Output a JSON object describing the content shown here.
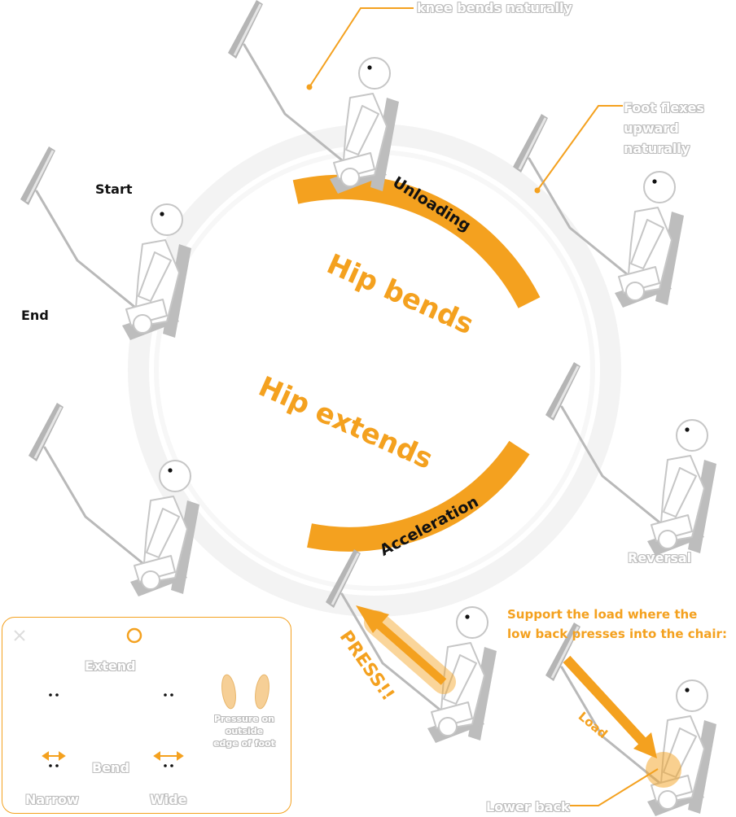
{
  "colors": {
    "accent": "#f4a11f",
    "figure_fill": "#ffffff",
    "figure_stroke": "#b9b9b9",
    "ring": "#f2f2f2",
    "text_dark": "#111111"
  },
  "labels": {
    "start": "Start",
    "end": "End",
    "knee": "knee bends naturally",
    "foot": [
      "Foot flexes",
      "upward",
      "naturally"
    ],
    "unloading": "Unloading",
    "hip_bends": "Hip bends",
    "hip_extends": "Hip extends",
    "acceleration": "Acceleration",
    "reversal": "Reversal",
    "press": "PRESS!!",
    "support": [
      "Support the load where the",
      "low back presses into the chair:"
    ],
    "load": "Load",
    "lower_back": "Lower back"
  },
  "inset": {
    "close_icon": "close-icon",
    "circle_icon": "circle-icon",
    "extend": "Extend",
    "bend": "Bend",
    "narrow": "Narrow",
    "wide": "Wide",
    "pressure": [
      "Pressure on",
      "outside",
      "edge of foot"
    ]
  }
}
